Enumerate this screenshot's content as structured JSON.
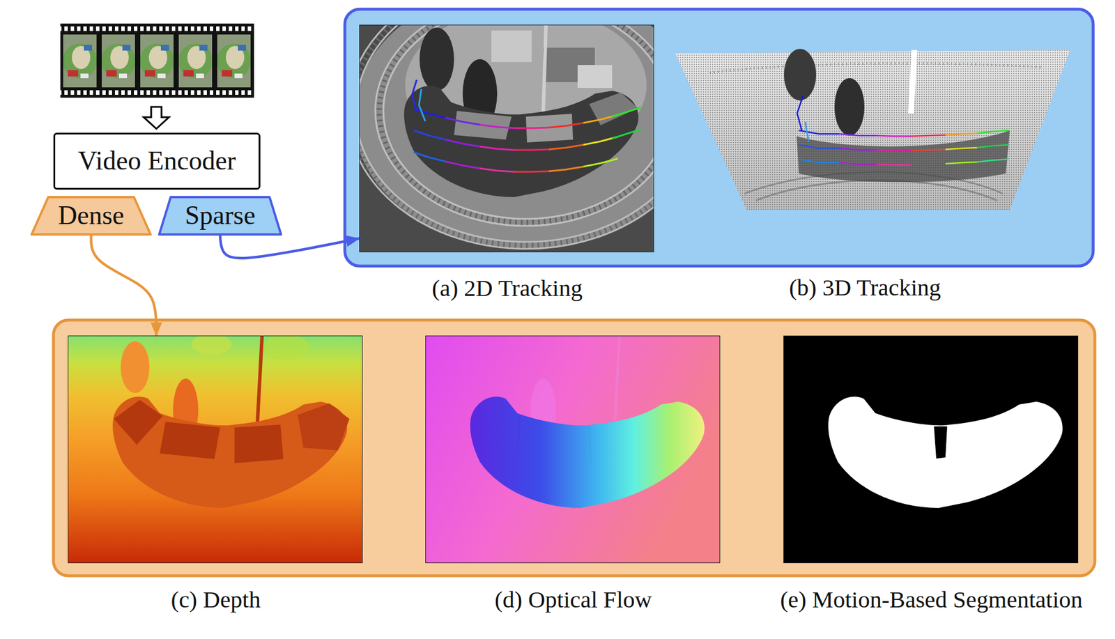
{
  "diagram": {
    "nodes": [
      {
        "text": [
          "Video Encoder"
        ]
      },
      {
        "text": [
          "Dense"
        ]
      },
      {
        "text": [
          "Sparse"
        ]
      },
      {
        "text": [
          "(a) 2D Tracking"
        ]
      },
      {
        "text": [
          "(b) 3D Tracking"
        ]
      },
      {
        "text": [
          "(c) Depth"
        ]
      },
      {
        "text": [
          "(d) Optical Flow"
        ]
      },
      {
        "text": [
          "(e) Motion-Based Segmentation"
        ]
      }
    ],
    "edges": [
      {
        "from": 2,
        "to": 3,
        "arrow": "to"
      },
      {
        "from": 1,
        "to": 5,
        "arrow": "to"
      }
    ]
  }
}
